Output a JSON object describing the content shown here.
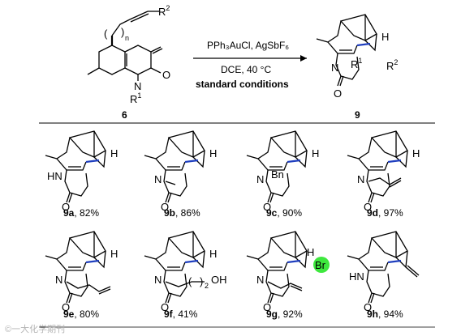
{
  "reaction": {
    "reactant": {
      "number": "6",
      "substituent": "R",
      "sup": "2",
      "chain_index": "n",
      "n_atom": "N",
      "n_sub": "R",
      "n_sub_sup": "1",
      "carbonyl_o": "O"
    },
    "conditions": {
      "reagents": "PPh₃AuCl, AgSbF₆",
      "solvent_temp": "DCE, 40 °C",
      "name": "standard conditions"
    },
    "product": {
      "number": "9",
      "h_atom": "H",
      "r2": "R",
      "r2_sup": "2",
      "r1": "R",
      "r1_sup": "1",
      "n_atom": "N",
      "o_atom": "O"
    }
  },
  "examples": [
    {
      "id": "9a",
      "yield": ", 82%",
      "n_label": "HN",
      "side": "H",
      "extra": ""
    },
    {
      "id": "9b",
      "yield": ", 86%",
      "n_label": "N",
      "side": "H",
      "extra": ""
    },
    {
      "id": "9c",
      "yield": ", 90%",
      "n_label": "N",
      "side": "H",
      "extra": "Bn"
    },
    {
      "id": "9d",
      "yield": ", 97%",
      "n_label": "N",
      "side": "H",
      "extra": ""
    },
    {
      "id": "9e",
      "yield": ", 80%",
      "n_label": "N",
      "side": "H",
      "extra": ""
    },
    {
      "id": "9f",
      "yield": ", 41%",
      "n_label": "N",
      "side": "H",
      "extra": "OH",
      "chain": "2"
    },
    {
      "id": "9g",
      "yield": ", 92%",
      "n_label": "N",
      "side": "H",
      "extra": "Br"
    },
    {
      "id": "9h",
      "yield": ", 94%",
      "n_label": "HN",
      "side": "",
      "extra": ""
    }
  ],
  "watermark": "©一大化学期刊",
  "colors": {
    "ink": "#000000",
    "bond_blue": "#1f3fbf",
    "bromine_highlight": "#3ee83e",
    "watermark": "#b5b5b5"
  }
}
